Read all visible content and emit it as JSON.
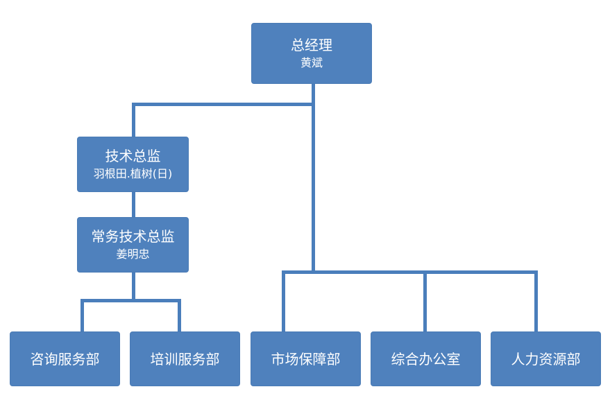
{
  "org": {
    "gm": {
      "title": "总经理",
      "name": "黄斌"
    },
    "cto": {
      "title": "技术总监",
      "name": "羽根田.植树(日)"
    },
    "deputy_cto": {
      "title": "常务技术总监",
      "name": "姜明忠"
    },
    "departments": [
      "咨询服务部",
      "培训服务部",
      "市场保障部",
      "综合办公室",
      "人力资源部"
    ]
  },
  "colors": {
    "box": "#4f81bd",
    "line": "#4a7ebb",
    "text": "#ffffff"
  }
}
